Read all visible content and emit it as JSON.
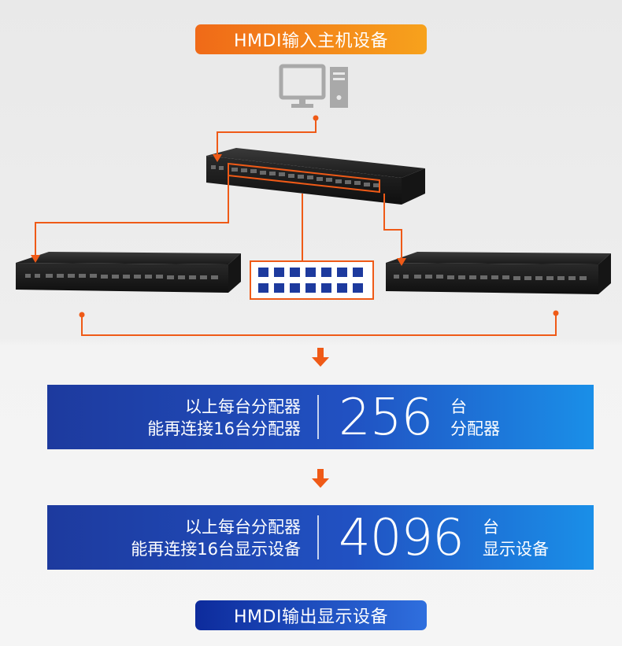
{
  "header_pill": {
    "label": "HMDI输入主机设备"
  },
  "footer_pill": {
    "label": "HMDI输出显示设备"
  },
  "panel_1": {
    "line_1": "以上每台分配器",
    "line_2": "能再连接16台分配器",
    "value": "256",
    "unit_1": "台",
    "unit_2": "分配器"
  },
  "panel_2": {
    "line_1": "以上每台分配器",
    "line_2": "能再连接16台显示设备",
    "value": "4096",
    "unit_1": "台",
    "unit_2": "显示设备"
  },
  "colors": {
    "accent_orange": "#ef5a17",
    "panel_blue": "#2151c2",
    "port_blue": "#1d3a9e"
  },
  "icons": [
    "computer-icon",
    "splitter-device",
    "hdmi-port-grid-icon",
    "down-arrow-icon"
  ]
}
